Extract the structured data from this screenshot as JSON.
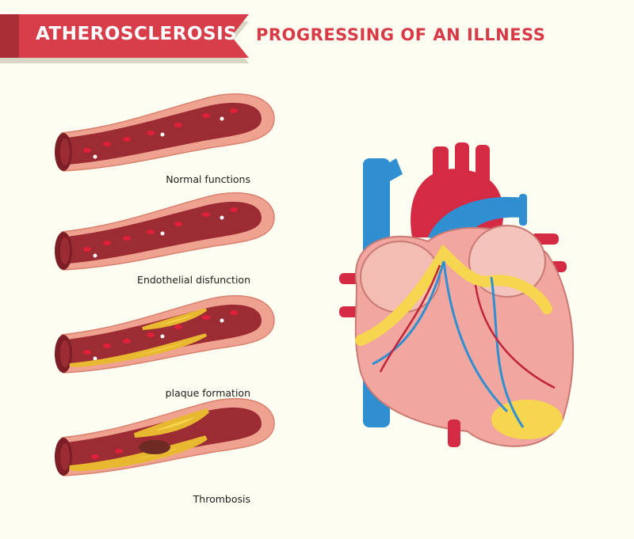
{
  "header": {
    "title": "ATHEROSCLEROSIS",
    "subtitle": "PROGRESSING OF AN ILLNESS"
  },
  "stages": [
    {
      "label": "Normal functions"
    },
    {
      "label": "Endothelial disfunction"
    },
    {
      "label": "plaque formation"
    },
    {
      "label": "Thrombosis"
    }
  ],
  "colors": {
    "banner": "#d83d4a",
    "banner_dark": "#a92e36",
    "vessel": "#f0a290",
    "lumen": "#9b2c34",
    "plaque": "#f6d64e",
    "vein": "#2f8fd1",
    "artery": "#d52a44",
    "heart": "#f2a6a0"
  }
}
